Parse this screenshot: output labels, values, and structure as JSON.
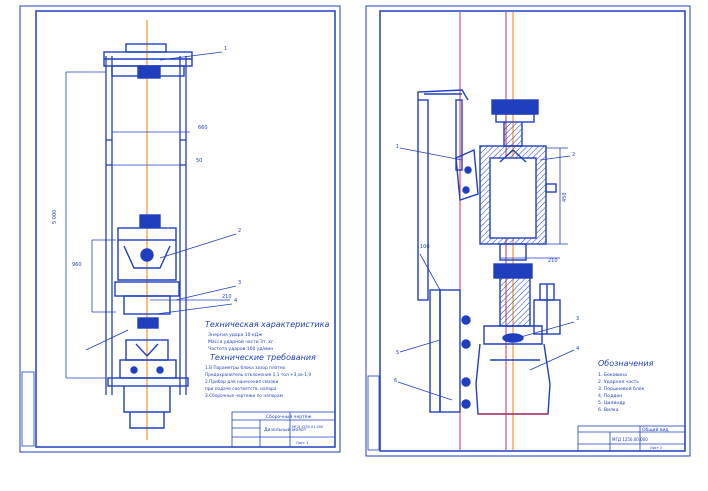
{
  "left_sheet": {
    "tech_title": "Техническая характеристика",
    "tech_lines": [
      "Энергия удара            10 кДж",
      "Масса ударной части      3т. кг.",
      "Частота ударов           100 уд/мин"
    ],
    "req_title": "Технические требования",
    "req_lines": [
      "1.В Параметры блока зазор плотно",
      "Предохранитель отклонения 1,1 тол +3,за-1,9",
      "2.Прибор для нанесения смазки",
      "при подаче соответств. напора",
      "3.Сборочные чертежи по напорам"
    ],
    "dims": [
      "5 000",
      "660",
      "50",
      "960",
      "210"
    ],
    "leaders": [
      "1",
      "2",
      "3",
      "4"
    ],
    "stamp": {
      "top": "Сборочный чертёж",
      "name": "Дизельный молот",
      "code": "МГД 1250.01.000",
      "sheet": "Лист 1"
    }
  },
  "right_sheet": {
    "legend_title": "Обозначения",
    "legend_items": [
      "1. Боковина",
      "2. Ударная часть",
      "3. Поршневой блок",
      "4. Поддон",
      "5. Цилиндр",
      "6. Вилка"
    ],
    "dims": [
      "450",
      "210",
      "100"
    ],
    "leaders": [
      "1",
      "2",
      "3",
      "4",
      "5",
      "6"
    ],
    "stamp": {
      "top": "Общий вид",
      "code": "МГД 1250.00.000",
      "sheet": "Лист 2"
    }
  },
  "colors": {
    "line": "#1f3fbf",
    "axis": "#f07f00",
    "red": "#d42c52"
  }
}
